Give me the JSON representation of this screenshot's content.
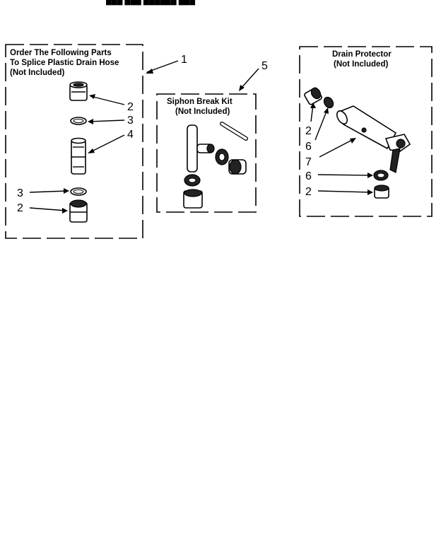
{
  "top_cut_text": "███ ███ ██████ ███",
  "splice_group": {
    "title_line1": "Order The Following Parts",
    "title_line2": "To Splice Plastic Drain Hose",
    "title_line3": "(Not Included)"
  },
  "siphon_group": {
    "title_line1": "Siphon Break Kit",
    "title_line2": "(Not Included)"
  },
  "drain_group": {
    "title_line1": "Drain Protector",
    "title_line2": "(Not Included)"
  },
  "callouts": {
    "c1": "1",
    "c5": "5",
    "splice_2a": "2",
    "splice_3a": "3",
    "splice_4": "4",
    "splice_3b": "3",
    "splice_2b": "2",
    "drain_2a": "2",
    "drain_6a": "6",
    "drain_7": "7",
    "drain_6b": "6",
    "drain_2b": "2"
  }
}
